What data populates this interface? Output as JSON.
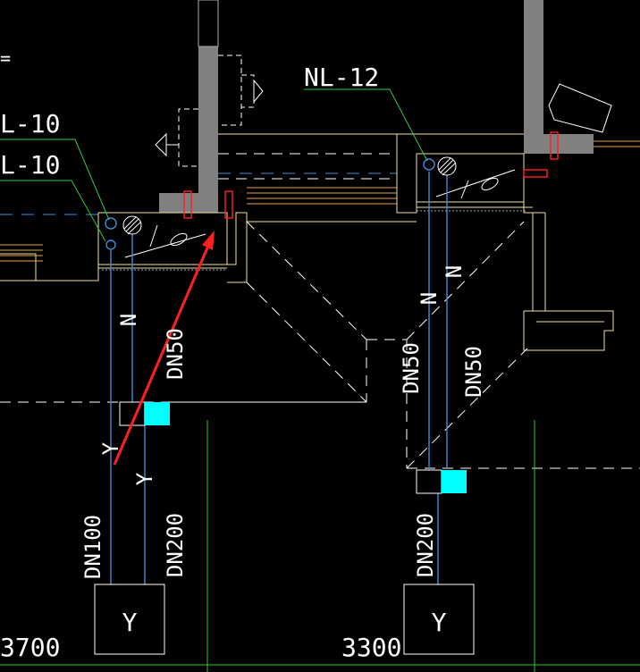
{
  "colors": {
    "background": "#000000",
    "wall": "#808080",
    "pipe": "#3a8fd8",
    "leader": "#2ecc40",
    "outline": "#f0e0a0",
    "orange": "#e8a040",
    "dashed": "#ffffff",
    "cyan": "#00ffff",
    "red": "#ff2020",
    "green_line": "#22cc22"
  },
  "labels": {
    "nl12": "NL-12",
    "l10_top": "L-10",
    "l10_bottom": "L-10",
    "n_left": "N",
    "n_mid1": "N",
    "n_mid2": "N",
    "dn50_left": "DN50",
    "dn50_mid1": "DN50",
    "dn50_mid2": "DN50",
    "y_left1": "Y",
    "y_left2": "Y",
    "dn100": "DN100",
    "dn200_left": "DN200",
    "dn200_right": "DN200",
    "box_y_left": "Y",
    "box_y_right": "Y",
    "dim_left": "3700",
    "dim_right": "3300",
    "corner_mark": "="
  }
}
